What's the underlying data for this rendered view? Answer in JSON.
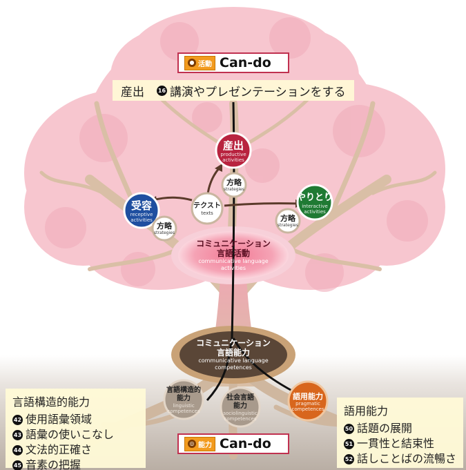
{
  "top_cando": {
    "tag_label": "活動",
    "tag_icon": "footprint-icon",
    "label": "Can-do"
  },
  "banner": {
    "prefix": "産出",
    "num": "16",
    "text": "講演やプレゼンテーションをする"
  },
  "nodes": {
    "production": {
      "label": "産出",
      "sub1": "productive",
      "sub2": "activities"
    },
    "reception": {
      "label": "受容",
      "sub1": "receptive",
      "sub2": "activities"
    },
    "interaction": {
      "label": "やりとり",
      "sub1": "interactive",
      "sub2": "activities"
    },
    "texts": {
      "label": "テクスト",
      "sub": "texts"
    },
    "strategy_top": {
      "label": "方略",
      "sub": "strategies"
    },
    "strategy_left": {
      "label": "方略",
      "sub": "strategies"
    },
    "strategy_right": {
      "label": "方略",
      "sub": "strategies"
    },
    "activities": {
      "label1": "コミュニケーション",
      "label2": "言語活動",
      "sub1": "communicative language",
      "sub2": "activities"
    },
    "competences": {
      "label1": "コミュニケーション",
      "label2": "言語能力",
      "sub1": "communicative language",
      "sub2": "competences"
    },
    "linguistic": {
      "label1": "言語構造的",
      "label2": "能力",
      "sub1": "linguistic",
      "sub2": "competences"
    },
    "sociolinguistic": {
      "label1": "社会言語",
      "label2": "能力",
      "sub1": "sociolinguistic",
      "sub2": "competences"
    },
    "pragmatic": {
      "label": "語用能力",
      "sub1": "pragmatic",
      "sub2": "competences"
    }
  },
  "left_panel": {
    "heading": "言語構造的能力",
    "items": [
      {
        "num": "42",
        "text": "使用語彙領域"
      },
      {
        "num": "43",
        "text": "語彙の使いこなし"
      },
      {
        "num": "44",
        "text": "文法的正確さ"
      },
      {
        "num": "45",
        "text": "音素の把握"
      }
    ]
  },
  "right_panel": {
    "heading": "語用能力",
    "items": [
      {
        "num": "50",
        "text": "話題の展開"
      },
      {
        "num": "51",
        "text": "一貫性と結束性"
      },
      {
        "num": "52",
        "text": "話しことばの流暢さ"
      }
    ]
  },
  "bottom_cando": {
    "tag_label": "能力",
    "tag_icon": "brain-icon",
    "label": "Can-do"
  },
  "colors": {
    "blossom": "#f7c6cf",
    "blossom_dark": "#f0aebb",
    "trunk": "#d9bfa6",
    "root": "#cfb79f",
    "production": "#b8233f",
    "reception": "#1f4fa0",
    "interaction": "#1f7a33",
    "pragmatic": "#d8661d",
    "node_gray": "#a89a8c",
    "frame": "#c0304f"
  }
}
